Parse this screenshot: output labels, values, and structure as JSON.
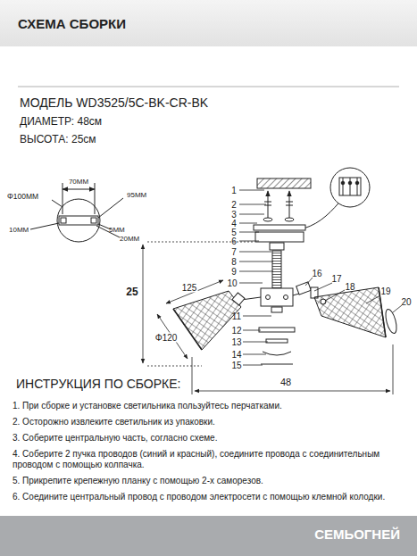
{
  "diagram": {
    "title": "СХЕМА СБОРКИ",
    "labels": [
      "МОДЕЛЬ WD3525/5C-BK-CR-BK",
      "ДИАМЕТР: 48см",
      "ВЫСОТА: 25см",
      "70ММ",
      "Φ100ММ",
      "95ММ",
      "10ММ",
      "5ММ",
      "20ММ",
      "1",
      "2",
      "3",
      "4",
      "5",
      "6",
      "7",
      "8",
      "9",
      "10",
      "11",
      "12",
      "13",
      "14",
      "15",
      "16",
      "17",
      "18",
      "19",
      "20",
      "25",
      "125",
      "Φ120",
      "48",
      "ИНСТРУКЦИЯ ПО СБОРКЕ:",
      "1. При сборке и установке светильника пользуйтесь перчатками.",
      "2. Осторожно извлеките светильник из упаковки.",
      "3. Соберите центральную часть, согласно схеме.",
      "4. Соберите 2 пучка проводов (синий и красный), соедините провода с соединительным проводом с помощью колпачка.",
      "5. Прикрепите крепежную планку с помощью 2-х саморезов.",
      "6. Соедините центральный провод с проводом электросети с помощью клемной колодки.",
      "СЕМЬОГНЕЙ"
    ]
  }
}
